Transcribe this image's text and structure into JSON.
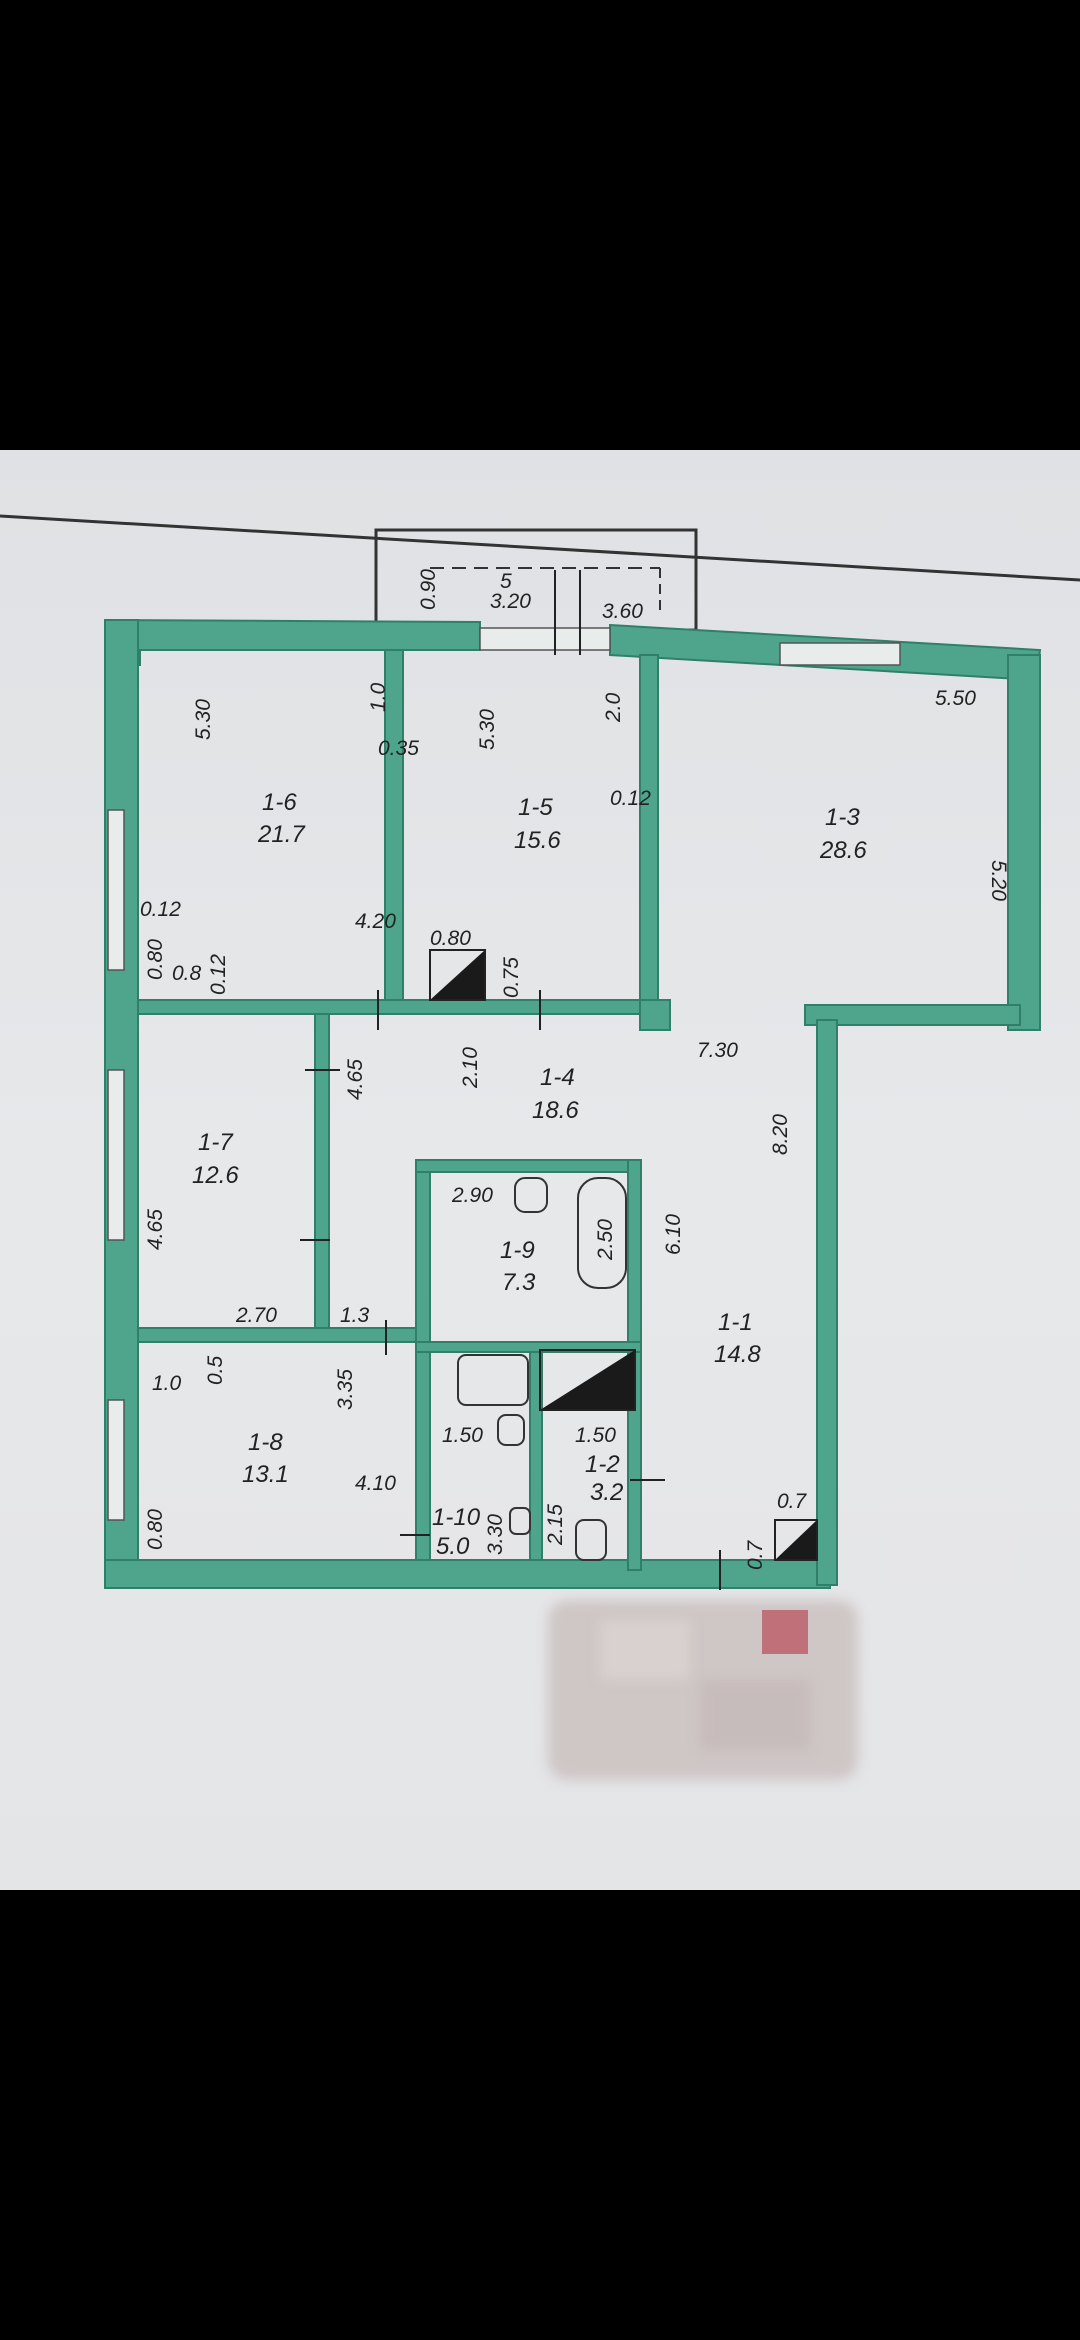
{
  "balcony": {
    "id": "5",
    "area": "3.20",
    "d1": "0.90",
    "d2": "3.60"
  },
  "rooms": {
    "r16": {
      "id": "1-6",
      "area": "21.7"
    },
    "r15": {
      "id": "1-5",
      "area": "15.6"
    },
    "r13": {
      "id": "1-3",
      "area": "28.6"
    },
    "r14": {
      "id": "1-4",
      "area": "18.6"
    },
    "r17": {
      "id": "1-7",
      "area": "12.6"
    },
    "r19": {
      "id": "1-9",
      "area": "7.3"
    },
    "r11": {
      "id": "1-1",
      "area": "14.8"
    },
    "r18": {
      "id": "1-8",
      "area": "13.1"
    },
    "r110": {
      "id": "1-10",
      "area": "5.0"
    },
    "r12": {
      "id": "1-2",
      "area": "3.2"
    }
  },
  "dims": {
    "a530_1": "5.30",
    "a10": "1.0",
    "a035": "0.35",
    "a530_2": "5.30",
    "a20": "2.0",
    "a012_a": "0.12",
    "a550": "5.50",
    "a520": "5.20",
    "a420": "4.20",
    "a012_b": "0.12",
    "a080_a": "0.80",
    "a08": "0.8",
    "a012_c": "0.12",
    "a080_b": "0.80",
    "a075": "0.75",
    "a730": "7.30",
    "a465_a": "4.65",
    "a210": "2.10",
    "a820": "8.20",
    "a290": "2.90",
    "a250": "2.50",
    "a610": "6.10",
    "a465_b": "4.65",
    "a270": "2.70",
    "a13": "1.3",
    "a05": "0.5",
    "a10_b": "1.0",
    "a335": "3.35",
    "a150_a": "1.50",
    "a150_b": "1.50",
    "a410": "4.10",
    "a330": "3.30",
    "a215": "2.15",
    "a080_c": "0.80",
    "a07_a": "0.7",
    "a07_b": "0.7"
  },
  "colors": {
    "wall": "#4fa58c",
    "wall_dark": "#2f7f69",
    "paper": "#e3e4e6",
    "ink": "#222222"
  }
}
